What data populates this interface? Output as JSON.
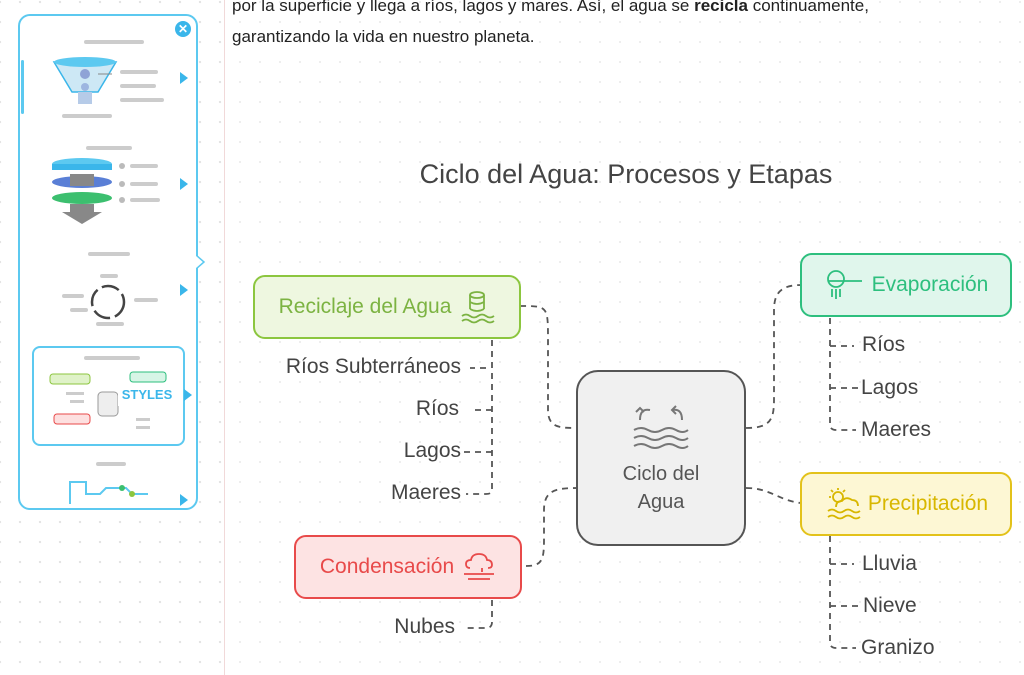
{
  "document": {
    "line1_a": "por la superficie y llega a ríos, lagos y mares. Así, el agua se ",
    "line1_bold": "recicla",
    "line1_b": " continuamente,",
    "line2": "garantizando la vida en nuestro planeta."
  },
  "panel": {
    "styles_label": "STYLES",
    "close_icon": "close-icon",
    "thumbnails": [
      "funnel-style",
      "layered-funnel-style",
      "cycle-style",
      "mindmap-style",
      "timeline-style"
    ]
  },
  "diagram": {
    "title": "Ciclo del Agua: Procesos y Etapas",
    "center": {
      "line1": "Ciclo del",
      "line2": "Agua",
      "icon": "water-cycle-icon"
    },
    "branches": {
      "reciclaje": {
        "label": "Reciclaje del Agua",
        "icon": "database-water-icon",
        "color": "#8cc63f",
        "items": [
          "Ríos Subterráneos",
          "Ríos",
          "Lagos",
          "Maeres"
        ]
      },
      "condensacion": {
        "label": "Condensación",
        "icon": "cloud-fog-icon",
        "color": "#e84a4a",
        "items": [
          "Nubes"
        ]
      },
      "evaporacion": {
        "label": "Evaporación",
        "icon": "steam-icon",
        "color": "#2dbf7e",
        "items": [
          "Ríos",
          "Lagos",
          "Maeres"
        ]
      },
      "precipitacion": {
        "label": "Precipitación",
        "icon": "sun-cloud-water-icon",
        "color": "#e3c21a",
        "items": [
          "Lluvia",
          "Nieve",
          "Granizo"
        ]
      }
    }
  }
}
